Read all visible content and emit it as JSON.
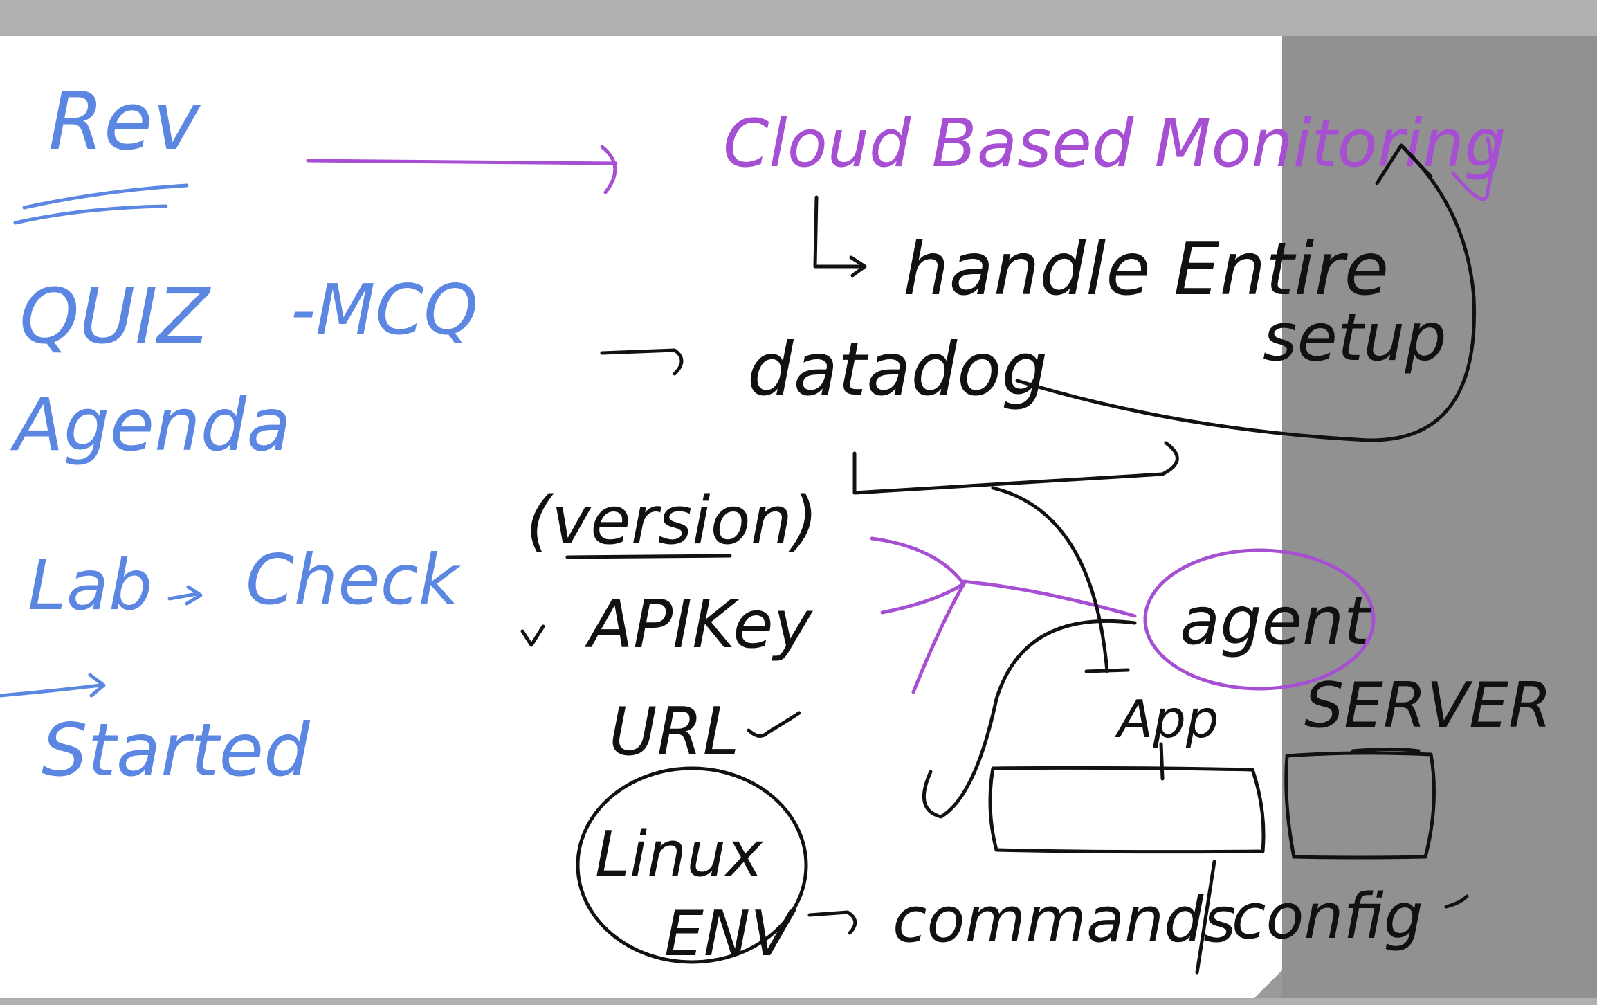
{
  "colors": {
    "background": "#ffffff",
    "frame": "#b0b0b0",
    "ink_blue": "#5b87e3",
    "ink_purple": "#a64fd3",
    "ink_black": "#111111"
  },
  "notes": {
    "left_column": {
      "rev": "Rev",
      "quiz": "QUIZ",
      "mcq": "-MCQ",
      "agenda": "Agenda",
      "lab": "Lab",
      "check": "Check",
      "started": "Started"
    },
    "top_right": {
      "cloud_title": "Cloud Based Monitoring",
      "handle": "handle Entire",
      "setup": "setup",
      "datadog": "datadog"
    },
    "middle": {
      "version": "(version)",
      "tick1": "v",
      "apikey": "APIKey",
      "url": "URL",
      "linux": "Linux",
      "env": "ENV",
      "commands": "commands",
      "config": "config"
    },
    "diagram": {
      "agent": "agent",
      "app": "App",
      "server": "SERVER"
    }
  }
}
